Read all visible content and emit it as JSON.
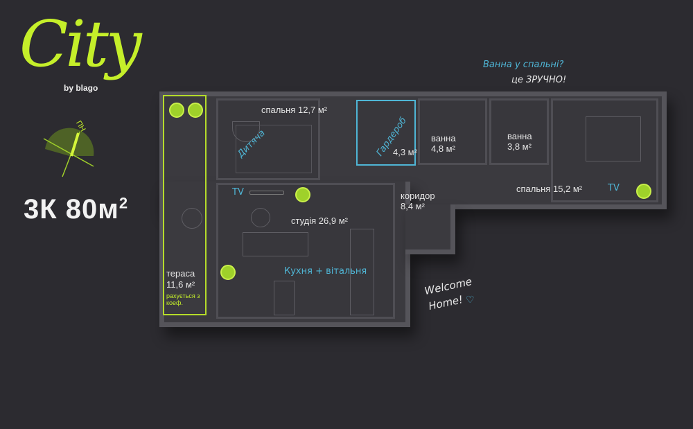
{
  "brand": {
    "logo": "City",
    "sub": "by blago"
  },
  "compass": {
    "label": "ПН"
  },
  "apartment": {
    "title": "3К 80м",
    "sup": "2"
  },
  "rooms": {
    "bedroom1": "спальня 12,7 м²",
    "kids": "Дитяча",
    "wardrobe": "Гардероб",
    "wardrobe_area": "4,3 м²",
    "bath1": "ванна",
    "bath1_area": "4,8 м²",
    "bath2": "ванна",
    "bath2_area": "3,8 м²",
    "corridor": "коридор",
    "corridor_area": "8,4 м²",
    "bedroom2": "спальня 15,2 м²",
    "studio": "студія 26,9 м²",
    "kitchen": "Кухня + вітальня",
    "terrace": "тераса",
    "terrace_area": "11,6 м²",
    "terrace_note": "рахується з коеф.",
    "tv1": "TV",
    "tv2": "TV"
  },
  "notes": {
    "q": "Ванна у спальні?",
    "a": "це ЗРУЧНО!",
    "welcome1": "Welcome",
    "welcome2": "Home!"
  },
  "colors": {
    "accent": "#c5ef2a",
    "blue": "#4fb6d6",
    "bg": "#2c2b30"
  }
}
